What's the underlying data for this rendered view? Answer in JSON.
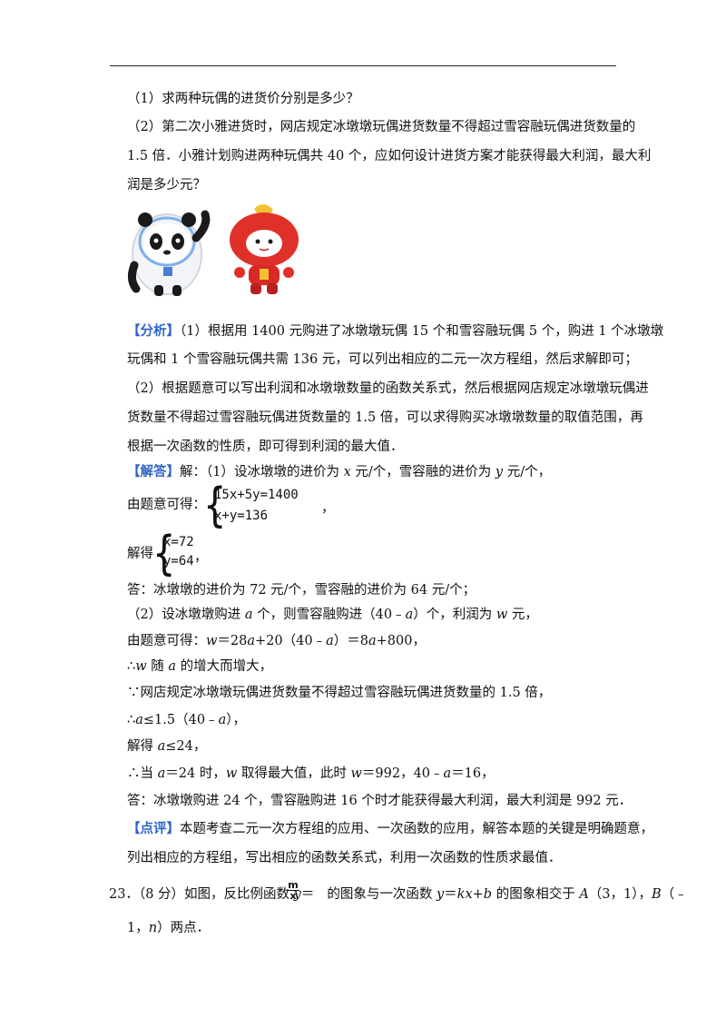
{
  "question": {
    "q1": "（1）求两种玩偶的进货价分别是多少？",
    "q2_line1": "（2）第二次小雅进货时，网店规定冰墩墩玩偶进货数量不得超过雪容融玩偶进货数量的",
    "q2_line2": "1.5 倍．小雅计划购进两种玩偶共 40 个，应如何设计进货方案才能获得最大利润，最大利",
    "q2_line3": "润是多少元？"
  },
  "analysis": {
    "tag": "【分析】",
    "line1": "（1）根据用 1400 元购进了冰墩墩玩偶 15 个和雪容融玩偶 5 个，购进 1 个冰墩墩",
    "line2": "玩偶和 1 个雪容融玩偶共需 136 元，可以列出相应的二元一次方程组，然后求解即可；",
    "line3": "（2）根据题意可以写出利润和冰墩墩数量的函数关系式，然后根据网店规定冰墩墩玩偶进",
    "line4": "货数量不得超过雪容融玩偶进货数量的 1.5 倍，可以求得购买冰墩墩数量的取值范围，再",
    "line5": "根据一次函数的性质，即可得到利润的最大值．"
  },
  "solution": {
    "tag": "【解答】",
    "intro_a": "解：（1）设冰墩墩的进价为 ",
    "var_x": "x",
    "intro_b": " 元/个，雪容融的进价为 ",
    "var_y": "y",
    "intro_c": " 元/个，",
    "by_problem": "由题意可得：",
    "eq1": "15x+5y=1400",
    "eq2": "x+y=136",
    "comma": "，",
    "solve_label": "解得",
    "sol1": "x=72",
    "sol2": "y=64",
    "answer1": "答：冰墩墩的进价为 72 元/个，雪容融的进价为 64 元/个；",
    "p2_a": "（2）设冰墩墩购进 ",
    "var_a": "a",
    "p2_b": " 个，则雪容融购进（40﹣",
    "p2_c": "）个，利润为 ",
    "var_w": "w",
    "p2_d": " 元，",
    "func_a": "由题意可得：",
    "func_b": "＝28",
    "func_c": "+20（40﹣",
    "func_d": "）＝8",
    "func_e": "+800，",
    "incr_a": "∴",
    "incr_b": " 随 ",
    "incr_c": " 的增大而增大，",
    "because": "∵网店规定冰墩墩玩偶进货数量不得超过雪容融玩偶进货数量的 1.5 倍，",
    "ineq_a": "∴",
    "ineq_b": "≤1.5（40﹣",
    "ineq_c": "），",
    "res_a": "解得 ",
    "res_b": "≤24，",
    "max_a": "∴当 ",
    "max_b": "＝24 时，",
    "max_c": " 取得最大值，此时 ",
    "max_d": "＝992，40﹣",
    "max_e": "＝16，",
    "answer2": "答：冰墩墩购进 24 个，雪容融购进 16 个时才能获得最大利润，最大利润是 992 元．"
  },
  "comment": {
    "tag": "【点评】",
    "line1": "本题考查二元一次方程组的应用、一次函数的应用，解答本题的关键是明确题意，",
    "line2": "列出相应的方程组，写出相应的函数关系式，利用一次函数的性质求最值．"
  },
  "next_question": {
    "num": "23．",
    "l1_a": "（8 分）如图，反比例函数 ",
    "l1_b": "y",
    "l1_c": "＝",
    "frac_num": "m",
    "frac_den": "x",
    "l1_d": "的图象与一次函数 ",
    "l1_e": "y",
    "l1_f": "＝",
    "l1_g": "kx",
    "l1_h": "+",
    "l1_i": "b",
    "l1_j": " 的图象相交于 ",
    "l1_k": "A",
    "l1_l": "（3，1），",
    "l1_m": "B",
    "l1_n": "（﹣",
    "l2_a": "1，",
    "l2_b": "n",
    "l2_c": "）两点．"
  },
  "colors": {
    "accent": "#2f64c8",
    "mascot_red": "#e0302a",
    "panda_black": "#1a1a1a"
  },
  "icons": {
    "left_image": "bing-dwen-dwen-mascot-icon",
    "right_image": "shuey-rhon-rhon-mascot-icon"
  }
}
